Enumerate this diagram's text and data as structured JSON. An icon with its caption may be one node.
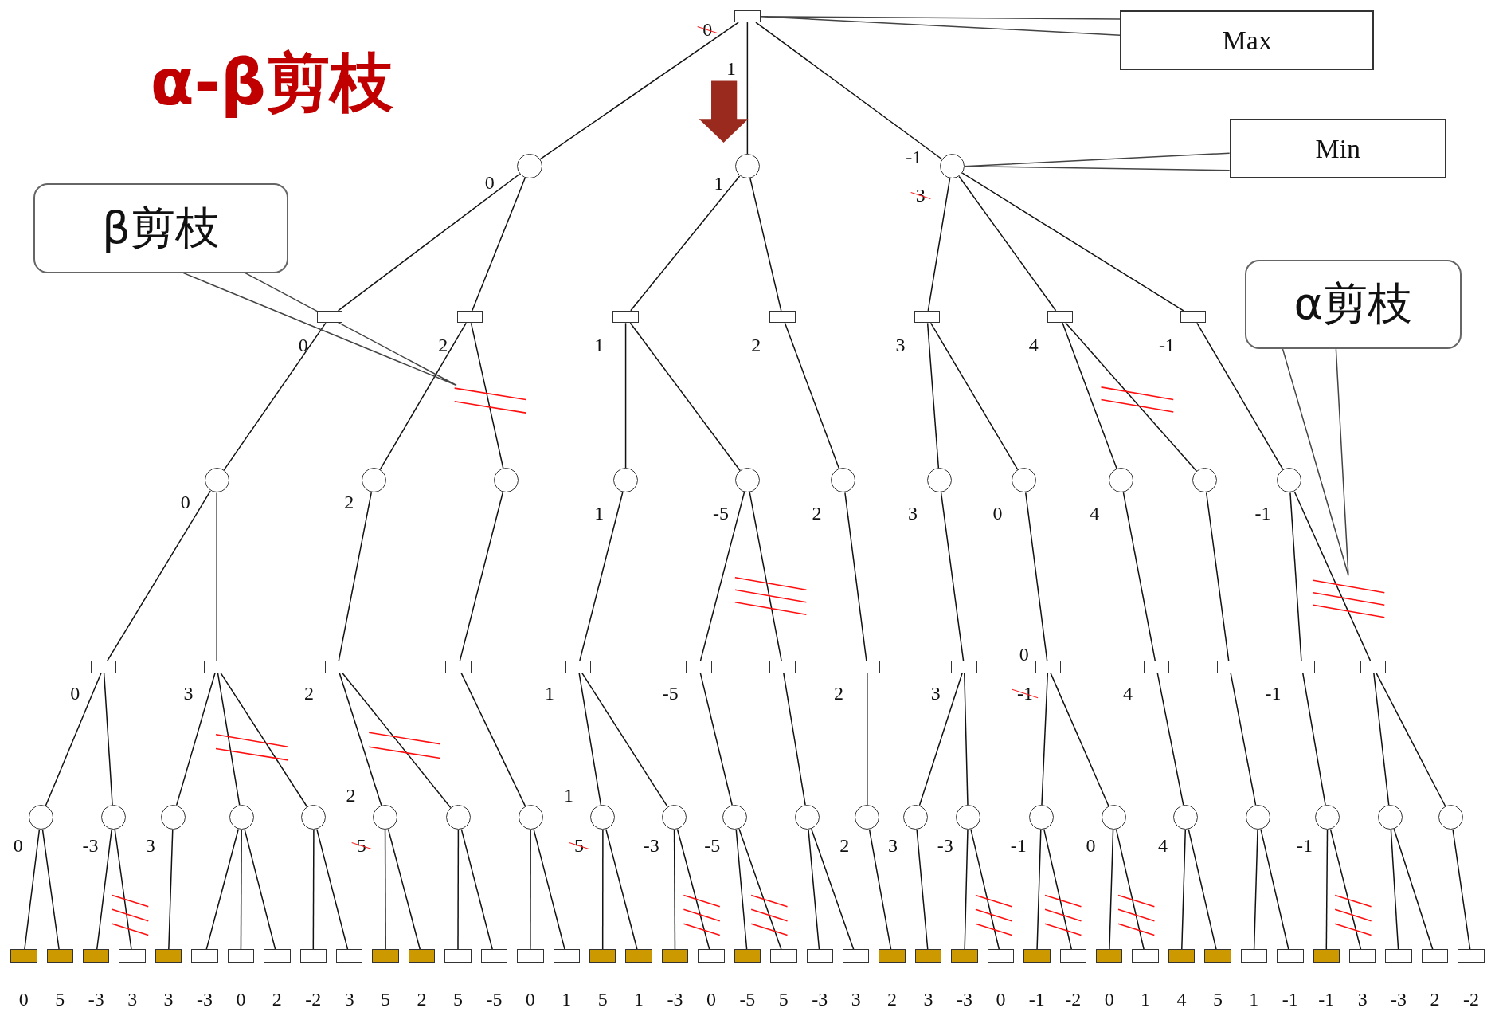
{
  "diagram": {
    "title": "α-β剪枝",
    "nodes": [
      {
        "text": [],
        "shape": "box",
        "beside": [
          "0",
          "1"
        ]
      },
      {
        "text": [],
        "shape": "circle",
        "beside": [
          "0"
        ]
      },
      {
        "text": [],
        "shape": "circle",
        "beside": [
          "1"
        ]
      },
      {
        "text": [],
        "shape": "circle",
        "beside": [
          "-1",
          "3"
        ]
      },
      {
        "text": [],
        "shape": "box",
        "beside": [
          "0"
        ]
      },
      {
        "text": [],
        "shape": "box",
        "beside": [
          "2"
        ]
      },
      {
        "text": [],
        "shape": "box",
        "beside": [
          "1"
        ]
      },
      {
        "text": [],
        "shape": "box",
        "beside": [
          "2"
        ]
      },
      {
        "text": [],
        "shape": "box",
        "beside": [
          "3"
        ]
      },
      {
        "text": [],
        "shape": "box",
        "beside": [
          "4"
        ]
      },
      {
        "text": [],
        "shape": "box",
        "beside": [
          "-1"
        ]
      },
      {
        "text": [],
        "shape": "circle",
        "beside": [
          "0"
        ]
      },
      {
        "text": [],
        "shape": "circle",
        "beside": [
          "2"
        ]
      },
      {
        "text": [],
        "shape": "circle"
      },
      {
        "text": [],
        "shape": "circle",
        "beside": [
          "1"
        ]
      },
      {
        "text": [],
        "shape": "circle",
        "beside": [
          "-5"
        ]
      },
      {
        "text": [],
        "shape": "circle",
        "beside": [
          "2"
        ]
      },
      {
        "text": [],
        "shape": "circle",
        "beside": [
          "3"
        ]
      },
      {
        "text": [],
        "shape": "circle",
        "beside": [
          "0"
        ]
      },
      {
        "text": [],
        "shape": "circle",
        "beside": [
          "4"
        ]
      },
      {
        "text": [],
        "shape": "circle"
      },
      {
        "text": [],
        "shape": "circle",
        "beside": [
          "-1"
        ]
      },
      {
        "text": [],
        "shape": "box",
        "beside": [
          "0"
        ]
      },
      {
        "text": [],
        "shape": "box",
        "beside": [
          "3"
        ]
      },
      {
        "text": [],
        "shape": "box",
        "beside": [
          "2"
        ]
      },
      {
        "text": [],
        "shape": "box"
      },
      {
        "text": [],
        "shape": "box",
        "beside": [
          "1"
        ]
      },
      {
        "text": [],
        "shape": "box",
        "beside": [
          "-5"
        ]
      },
      {
        "text": [],
        "shape": "box"
      },
      {
        "text": [],
        "shape": "box",
        "beside": [
          "2"
        ]
      },
      {
        "text": [],
        "shape": "box",
        "beside": [
          "3"
        ]
      },
      {
        "text": [],
        "shape": "box",
        "beside": [
          "0",
          "-1"
        ]
      },
      {
        "text": [],
        "shape": "box",
        "beside": [
          "4"
        ]
      },
      {
        "text": [],
        "shape": "box"
      },
      {
        "text": [],
        "shape": "box",
        "beside": [
          "-1"
        ]
      },
      {
        "text": [],
        "shape": "box"
      },
      {
        "text": [],
        "shape": "circle",
        "beside": [
          "0"
        ]
      },
      {
        "text": [],
        "shape": "circle",
        "beside": [
          "-3"
        ]
      },
      {
        "text": [],
        "shape": "circle",
        "beside": [
          "3"
        ]
      },
      {
        "text": [],
        "shape": "circle"
      },
      {
        "text": [],
        "shape": "circle"
      },
      {
        "text": [],
        "shape": "circle",
        "beside": [
          "2",
          "5"
        ]
      },
      {
        "text": [],
        "shape": "circle"
      },
      {
        "text": [],
        "shape": "circle"
      },
      {
        "text": [],
        "shape": "circle",
        "beside": [
          "1",
          "5"
        ]
      },
      {
        "text": [],
        "shape": "circle",
        "beside": [
          "-3"
        ]
      },
      {
        "text": [],
        "shape": "circle",
        "beside": [
          "-5"
        ]
      },
      {
        "text": [],
        "shape": "circle"
      },
      {
        "text": [],
        "shape": "circle",
        "beside": [
          "2"
        ]
      },
      {
        "text": [],
        "shape": "circle",
        "beside": [
          "3"
        ]
      },
      {
        "text": [],
        "shape": "circle",
        "beside": [
          "-3"
        ]
      },
      {
        "text": [],
        "shape": "circle",
        "beside": [
          "-1"
        ]
      },
      {
        "text": [],
        "shape": "circle",
        "beside": [
          "0"
        ]
      },
      {
        "text": [],
        "shape": "circle",
        "beside": [
          "4"
        ]
      },
      {
        "text": [],
        "shape": "circle"
      },
      {
        "text": [],
        "shape": "circle",
        "beside": [
          "-1"
        ]
      },
      {
        "text": [],
        "shape": "circle"
      },
      {
        "text": [],
        "shape": "circle"
      },
      {
        "text": [],
        "shape": "box",
        "beside": [
          "0"
        ]
      },
      {
        "text": [],
        "shape": "box",
        "beside": [
          "5"
        ]
      },
      {
        "text": [],
        "shape": "box",
        "beside": [
          "-3"
        ]
      },
      {
        "text": [],
        "shape": "box",
        "beside": [
          "3"
        ]
      },
      {
        "text": [],
        "shape": "box",
        "beside": [
          "3"
        ]
      },
      {
        "text": [],
        "shape": "box",
        "beside": [
          "-3"
        ]
      },
      {
        "text": [],
        "shape": "box",
        "beside": [
          "0"
        ]
      },
      {
        "text": [],
        "shape": "box",
        "beside": [
          "2"
        ]
      },
      {
        "text": [],
        "shape": "box",
        "beside": [
          "-2"
        ]
      },
      {
        "text": [],
        "shape": "box",
        "beside": [
          "3"
        ]
      },
      {
        "text": [],
        "shape": "box",
        "beside": [
          "5"
        ]
      },
      {
        "text": [],
        "shape": "box",
        "beside": [
          "2"
        ]
      },
      {
        "text": [],
        "shape": "box",
        "beside": [
          "5"
        ]
      },
      {
        "text": [],
        "shape": "box",
        "beside": [
          "-5"
        ]
      },
      {
        "text": [],
        "shape": "box",
        "beside": [
          "0"
        ]
      },
      {
        "text": [],
        "shape": "box",
        "beside": [
          "1"
        ]
      },
      {
        "text": [],
        "shape": "box",
        "beside": [
          "5"
        ]
      },
      {
        "text": [],
        "shape": "box",
        "beside": [
          "1"
        ]
      },
      {
        "text": [],
        "shape": "box",
        "beside": [
          "-3"
        ]
      },
      {
        "text": [],
        "shape": "box",
        "beside": [
          "0"
        ]
      },
      {
        "text": [],
        "shape": "box",
        "beside": [
          "-5"
        ]
      },
      {
        "text": [],
        "shape": "box",
        "beside": [
          "5"
        ]
      },
      {
        "text": [],
        "shape": "box",
        "beside": [
          "-3"
        ]
      },
      {
        "text": [],
        "shape": "box",
        "beside": [
          "3"
        ]
      },
      {
        "text": [],
        "shape": "box",
        "beside": [
          "2"
        ]
      },
      {
        "text": [],
        "shape": "box",
        "beside": [
          "3"
        ]
      },
      {
        "text": [],
        "shape": "box",
        "beside": [
          "-3"
        ]
      },
      {
        "text": [],
        "shape": "box",
        "beside": [
          "0"
        ]
      },
      {
        "text": [],
        "shape": "box",
        "beside": [
          "-1"
        ]
      },
      {
        "text": [],
        "shape": "box",
        "beside": [
          "-2"
        ]
      },
      {
        "text": [],
        "shape": "box",
        "beside": [
          "0"
        ]
      },
      {
        "text": [],
        "shape": "box",
        "beside": [
          "1"
        ]
      },
      {
        "text": [],
        "shape": "box",
        "beside": [
          "4"
        ]
      },
      {
        "text": [],
        "shape": "box",
        "beside": [
          "5"
        ]
      },
      {
        "text": [],
        "shape": "box",
        "beside": [
          "1"
        ]
      },
      {
        "text": [],
        "shape": "box",
        "beside": [
          "-1"
        ]
      },
      {
        "text": [],
        "shape": "box",
        "beside": [
          "-1"
        ]
      },
      {
        "text": [],
        "shape": "box",
        "beside": [
          "3"
        ]
      },
      {
        "text": [],
        "shape": "box",
        "beside": [
          "-3"
        ]
      },
      {
        "text": [],
        "shape": "box",
        "beside": [
          "2"
        ]
      },
      {
        "text": [],
        "shape": "box",
        "beside": [
          "-2"
        ]
      },
      {
        "text": [
          "Max"
        ]
      },
      {
        "text": [
          "Min"
        ]
      },
      {
        "text": [
          "β剪枝"
        ]
      },
      {
        "text": [
          "α剪枝"
        ]
      }
    ],
    "edges": [
      {
        "from": 0,
        "to": 1,
        "arrow": "none"
      },
      {
        "from": 0,
        "to": 2,
        "arrow": "none"
      },
      {
        "from": 0,
        "to": 3,
        "arrow": "none"
      },
      {
        "from": 1,
        "to": 4,
        "arrow": "none"
      },
      {
        "from": 1,
        "to": 5,
        "arrow": "none"
      },
      {
        "from": 2,
        "to": 6,
        "arrow": "none"
      },
      {
        "from": 2,
        "to": 7,
        "arrow": "none"
      },
      {
        "from": 3,
        "to": 8,
        "arrow": "none"
      },
      {
        "from": 3,
        "to": 9,
        "arrow": "none"
      },
      {
        "from": 3,
        "to": 10,
        "arrow": "none"
      },
      {
        "from": 4,
        "to": 11,
        "arrow": "none"
      },
      {
        "from": 5,
        "to": 12,
        "arrow": "none"
      },
      {
        "from": 5,
        "to": 13,
        "arrow": "none"
      },
      {
        "from": 6,
        "to": 14,
        "arrow": "none"
      },
      {
        "from": 6,
        "to": 15,
        "arrow": "none"
      },
      {
        "from": 7,
        "to": 16,
        "arrow": "none"
      },
      {
        "from": 8,
        "to": 17,
        "arrow": "none"
      },
      {
        "from": 8,
        "to": 18,
        "arrow": "none"
      },
      {
        "from": 9,
        "to": 19,
        "arrow": "none"
      },
      {
        "from": 9,
        "to": 20,
        "arrow": "none"
      },
      {
        "from": 10,
        "to": 21,
        "arrow": "none"
      },
      {
        "from": 11,
        "to": 22,
        "arrow": "none"
      },
      {
        "from": 11,
        "to": 23,
        "arrow": "none"
      },
      {
        "from": 12,
        "to": 24,
        "arrow": "none"
      },
      {
        "from": 13,
        "to": 25,
        "arrow": "none"
      },
      {
        "from": 14,
        "to": 26,
        "arrow": "none"
      },
      {
        "from": 15,
        "to": 27,
        "arrow": "none"
      },
      {
        "from": 15,
        "to": 28,
        "arrow": "none"
      },
      {
        "from": 16,
        "to": 29,
        "arrow": "none"
      },
      {
        "from": 17,
        "to": 30,
        "arrow": "none"
      },
      {
        "from": 18,
        "to": 31,
        "arrow": "none"
      },
      {
        "from": 19,
        "to": 32,
        "arrow": "none"
      },
      {
        "from": 20,
        "to": 33,
        "arrow": "none"
      },
      {
        "from": 21,
        "to": 34,
        "arrow": "none"
      },
      {
        "from": 21,
        "to": 35,
        "arrow": "none"
      },
      {
        "from": 22,
        "to": 36,
        "arrow": "none"
      },
      {
        "from": 22,
        "to": 37,
        "arrow": "none"
      },
      {
        "from": 23,
        "to": 38,
        "arrow": "none"
      },
      {
        "from": 23,
        "to": 39,
        "arrow": "none"
      },
      {
        "from": 23,
        "to": 40,
        "arrow": "none"
      },
      {
        "from": 24,
        "to": 41,
        "arrow": "none"
      },
      {
        "from": 24,
        "to": 42,
        "arrow": "none"
      },
      {
        "from": 25,
        "to": 43,
        "arrow": "none"
      },
      {
        "from": 26,
        "to": 44,
        "arrow": "none"
      },
      {
        "from": 26,
        "to": 45,
        "arrow": "none"
      },
      {
        "from": 27,
        "to": 46,
        "arrow": "none"
      },
      {
        "from": 28,
        "to": 47,
        "arrow": "none"
      },
      {
        "from": 29,
        "to": 48,
        "arrow": "none"
      },
      {
        "from": 30,
        "to": 49,
        "arrow": "none"
      },
      {
        "from": 30,
        "to": 50,
        "arrow": "none"
      },
      {
        "from": 31,
        "to": 51,
        "arrow": "none"
      },
      {
        "from": 31,
        "to": 52,
        "arrow": "none"
      },
      {
        "from": 32,
        "to": 53,
        "arrow": "none"
      },
      {
        "from": 33,
        "to": 54,
        "arrow": "none"
      },
      {
        "from": 34,
        "to": 55,
        "arrow": "none"
      },
      {
        "from": 35,
        "to": 56,
        "arrow": "none"
      },
      {
        "from": 35,
        "to": 57,
        "arrow": "none"
      },
      {
        "from": 36,
        "to": 58,
        "arrow": "none"
      },
      {
        "from": 36,
        "to": 59,
        "arrow": "none"
      },
      {
        "from": 37,
        "to": 60,
        "arrow": "none"
      },
      {
        "from": 37,
        "to": 61,
        "arrow": "none"
      },
      {
        "from": 38,
        "to": 62,
        "arrow": "none"
      },
      {
        "from": 39,
        "to": 63,
        "arrow": "none"
      },
      {
        "from": 39,
        "to": 64,
        "arrow": "none"
      },
      {
        "from": 39,
        "to": 65,
        "arrow": "none"
      },
      {
        "from": 40,
        "to": 66,
        "arrow": "none"
      },
      {
        "from": 40,
        "to": 67,
        "arrow": "none"
      },
      {
        "from": 41,
        "to": 68,
        "arrow": "none"
      },
      {
        "from": 41,
        "to": 69,
        "arrow": "none"
      },
      {
        "from": 42,
        "to": 70,
        "arrow": "none"
      },
      {
        "from": 42,
        "to": 71,
        "arrow": "none"
      },
      {
        "from": 43,
        "to": 72,
        "arrow": "none"
      },
      {
        "from": 43,
        "to": 73,
        "arrow": "none"
      },
      {
        "from": 44,
        "to": 74,
        "arrow": "none"
      },
      {
        "from": 44,
        "to": 75,
        "arrow": "none"
      },
      {
        "from": 45,
        "to": 76,
        "arrow": "none"
      },
      {
        "from": 45,
        "to": 77,
        "arrow": "none"
      },
      {
        "from": 46,
        "to": 78,
        "arrow": "none"
      },
      {
        "from": 46,
        "to": 79,
        "arrow": "none"
      },
      {
        "from": 47,
        "to": 80,
        "arrow": "none"
      },
      {
        "from": 47,
        "to": 81,
        "arrow": "none"
      },
      {
        "from": 48,
        "to": 82,
        "arrow": "none"
      },
      {
        "from": 49,
        "to": 83,
        "arrow": "none"
      },
      {
        "from": 50,
        "to": 84,
        "arrow": "none"
      },
      {
        "from": 50,
        "to": 85,
        "arrow": "none"
      },
      {
        "from": 51,
        "to": 86,
        "arrow": "none"
      },
      {
        "from": 51,
        "to": 87,
        "arrow": "none"
      },
      {
        "from": 52,
        "to": 88,
        "arrow": "none"
      },
      {
        "from": 52,
        "to": 89,
        "arrow": "none"
      },
      {
        "from": 53,
        "to": 90,
        "arrow": "none"
      },
      {
        "from": 53,
        "to": 91,
        "arrow": "none"
      },
      {
        "from": 54,
        "to": 92,
        "arrow": "none"
      },
      {
        "from": 54,
        "to": 93,
        "arrow": "none"
      },
      {
        "from": 55,
        "to": 94,
        "arrow": "none"
      },
      {
        "from": 55,
        "to": 95,
        "arrow": "none"
      },
      {
        "from": 56,
        "to": 96,
        "arrow": "none"
      },
      {
        "from": 56,
        "to": 97,
        "arrow": "none"
      },
      {
        "from": 57,
        "to": 98,
        "arrow": "none"
      },
      {
        "from": 99,
        "to": 0,
        "arrow": "none"
      },
      {
        "from": 100,
        "to": 3,
        "arrow": "none"
      },
      {
        "from": 101,
        "to": null,
        "arrow": "none"
      },
      {
        "from": 102,
        "to": null,
        "arrow": "none"
      }
    ]
  }
}
